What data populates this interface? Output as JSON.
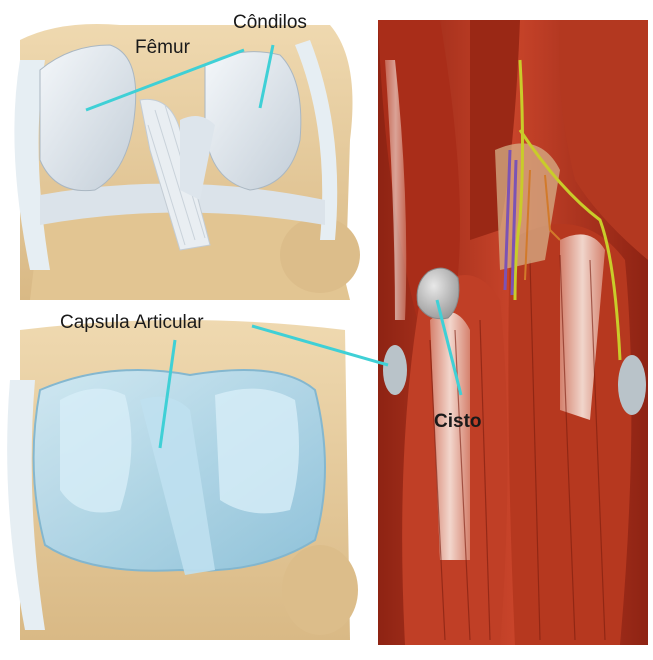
{
  "labels": {
    "femur": "Fêmur",
    "condilos": "Côndilos",
    "capsula": "Capsula Articular",
    "cisto": "Cisto"
  },
  "colors": {
    "leader_line": "#3fd0d6",
    "muscle": "#b8341f",
    "tendon": "#f1e3da",
    "bone": "#e7cfa3",
    "cartilage": "#dfe7ee",
    "capsule": "#a9d6ec",
    "nerve": "#c9cc2a",
    "vessel": "#7c53b4",
    "cyst": "#bdbdbd"
  }
}
